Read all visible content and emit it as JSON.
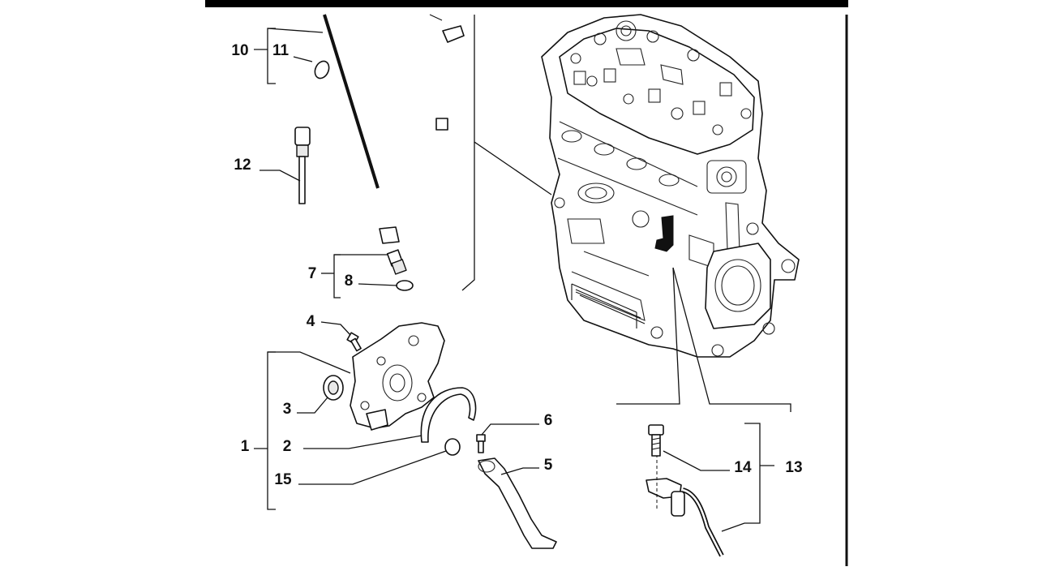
{
  "diagram": {
    "callouts": {
      "c1": "1",
      "c2": "2",
      "c3": "3",
      "c4": "4",
      "c5": "5",
      "c6": "6",
      "c7": "7",
      "c8": "8",
      "c10": "10",
      "c11": "11",
      "c12": "12",
      "c13": "13",
      "c14": "14",
      "c15": "15"
    }
  }
}
